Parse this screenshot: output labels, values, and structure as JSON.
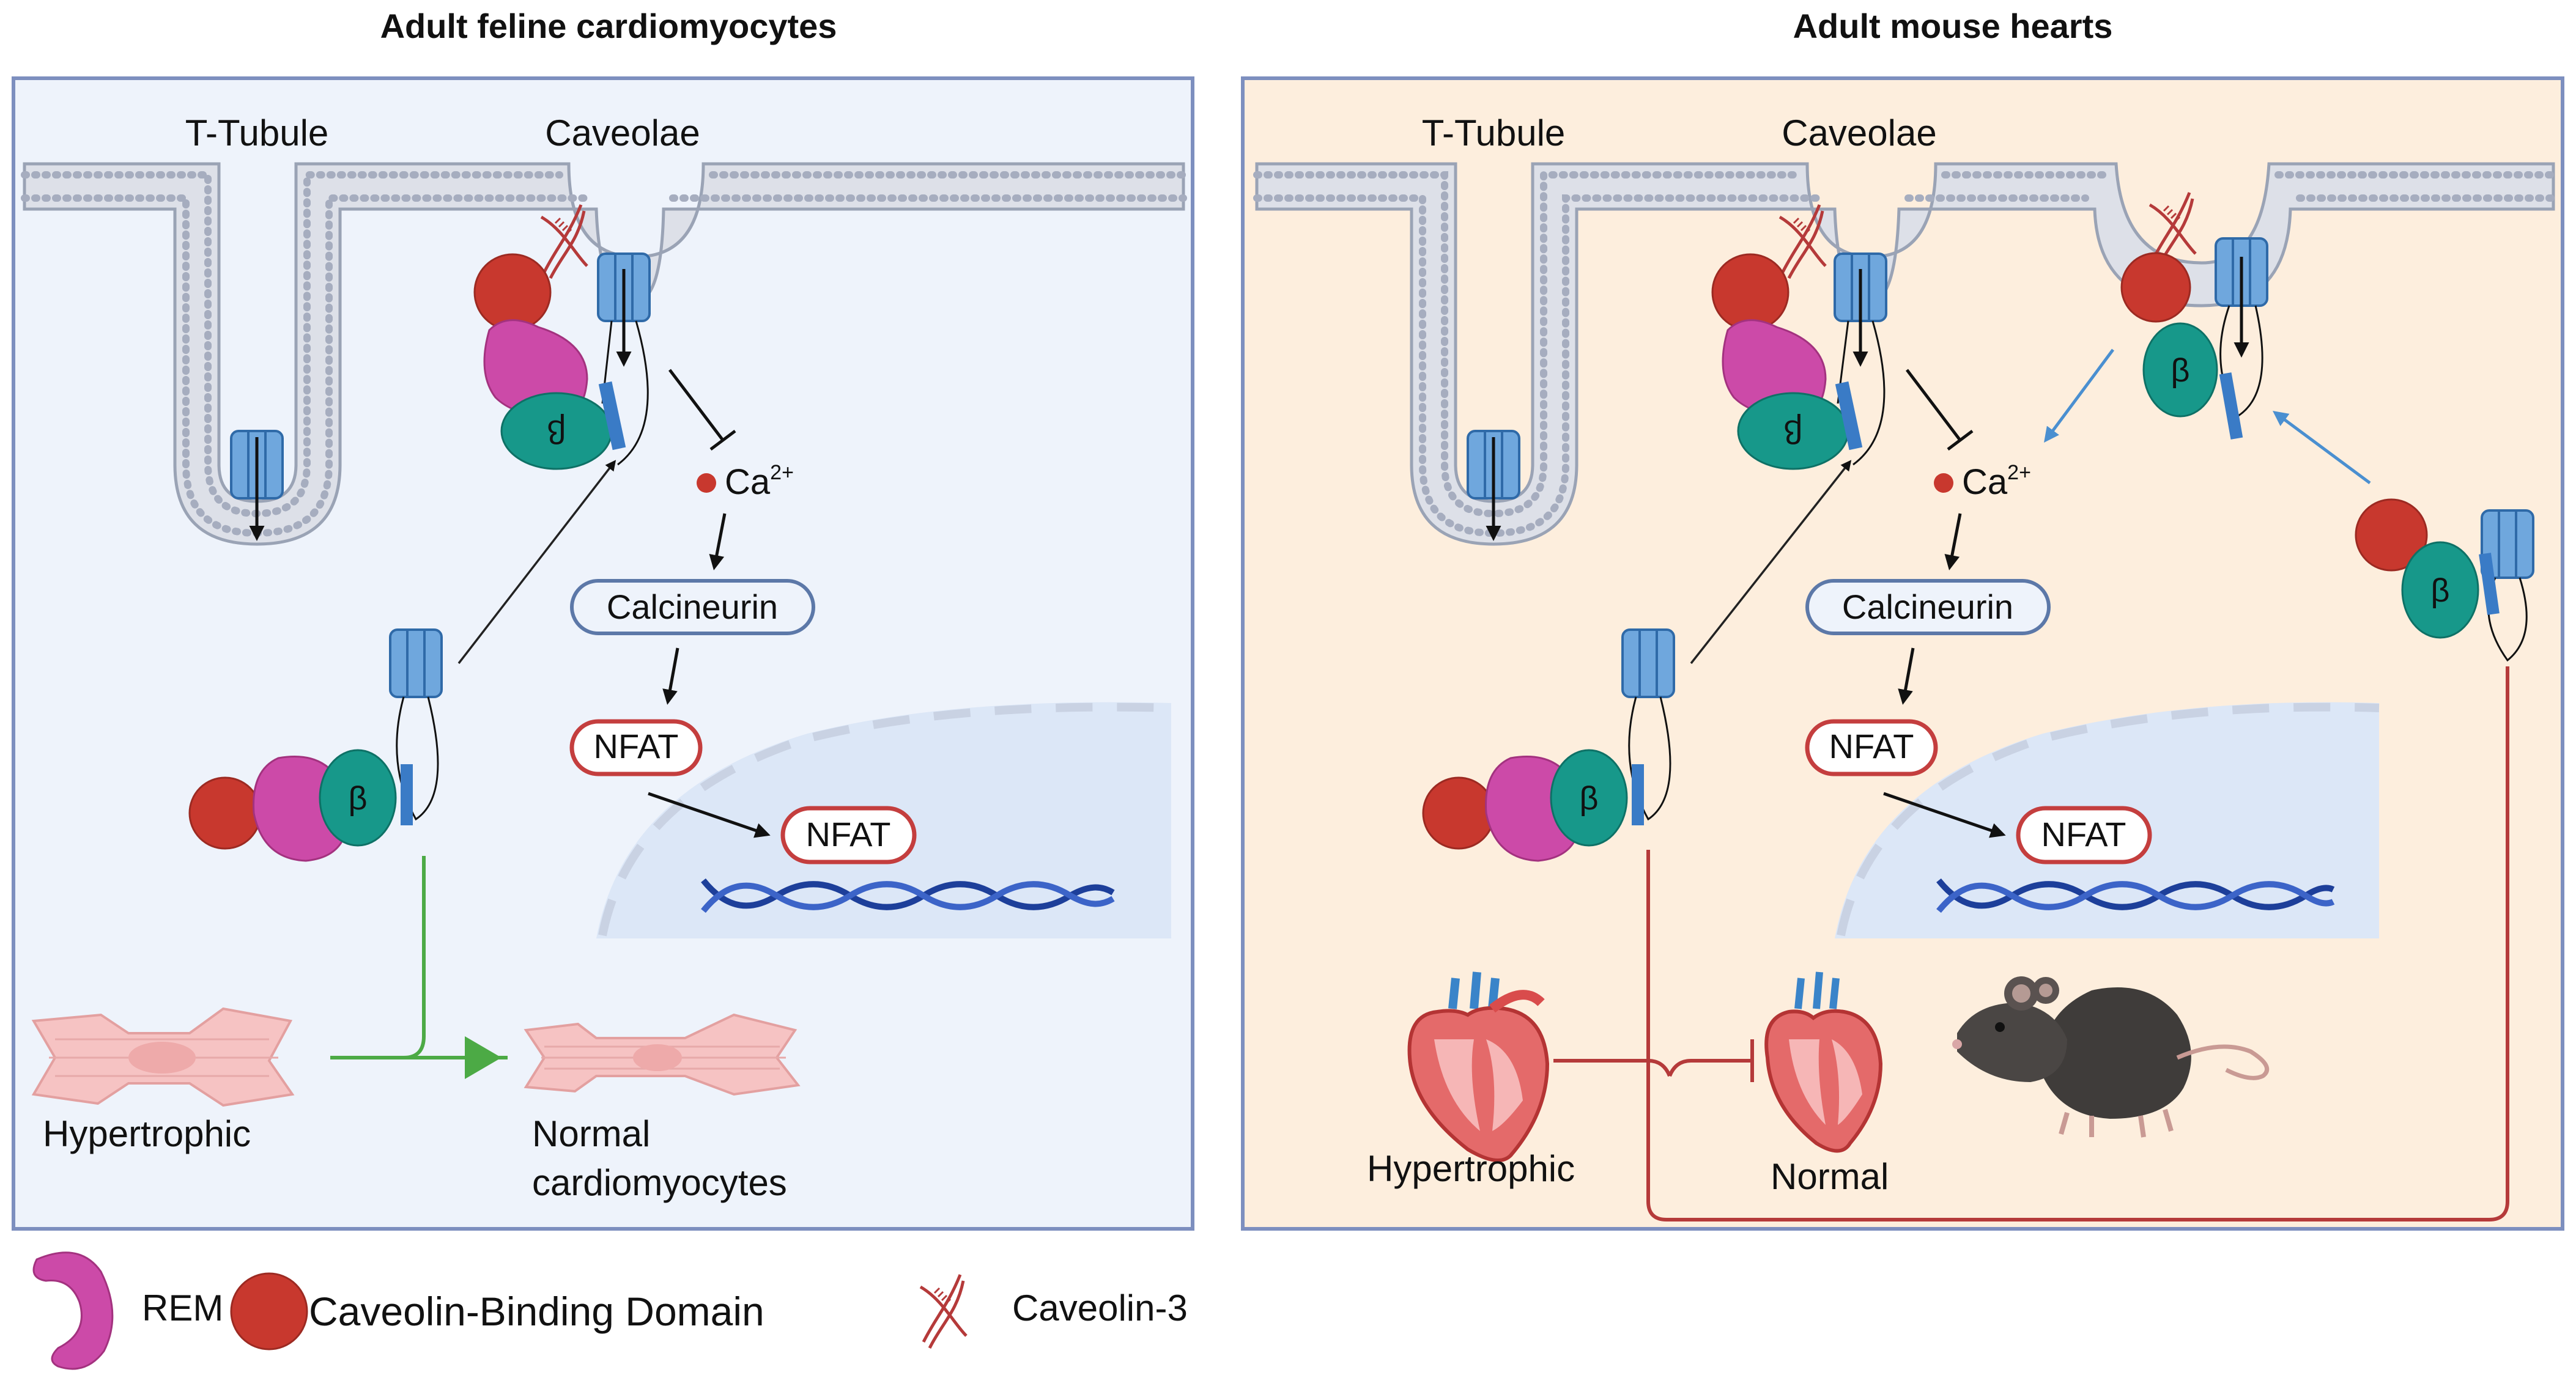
{
  "panels": {
    "left": {
      "title": "Adult feline cardiomyocytes",
      "t_tubule": "T-Tubule",
      "caveolae": "Caveolae",
      "ca": "Ca",
      "ca_sup": "2+",
      "calcineurin": "Calcineurin",
      "nfat_cyto": "NFAT",
      "nfat_nuc": "NFAT",
      "beta": "β",
      "beta_mem": "β",
      "hypertrophic": "Hypertrophic",
      "normal_line1": "Normal",
      "normal_line2": "cardiomyocytes",
      "background": "#eef3fb",
      "border": "#7d8fbf"
    },
    "right": {
      "title": "Adult mouse hearts",
      "t_tubule": "T-Tubule",
      "caveolae": "Caveolae",
      "ca": "Ca",
      "ca_sup": "2+",
      "calcineurin": "Calcineurin",
      "nfat_cyto": "NFAT",
      "nfat_nuc": "NFAT",
      "beta": "β",
      "beta_mem": "β",
      "beta_cav2": "β",
      "beta_free2": "β",
      "hypertrophic": "Hypertrophic",
      "normal": "Normal",
      "background": "#fdeedd",
      "border": "#7d8fbf"
    }
  },
  "legend": {
    "rem": "REM",
    "cbd": "Caveolin-Binding Domain",
    "cav3": "Caveolin-3"
  },
  "colors": {
    "rem": "#cc4aa8",
    "caveolin_binding_domain": "#c8382e",
    "beta_subunit": "#17988a",
    "channel": "#6fa7dd",
    "inhibition_line": "#b53a3a",
    "promotion_arrow": "#4caa45"
  },
  "icons": {
    "heart": "heart-illustration",
    "mouse": "mouse-illustration",
    "cardiomyocyte": "cardiomyocyte-cell",
    "dna": "dna-helix"
  }
}
